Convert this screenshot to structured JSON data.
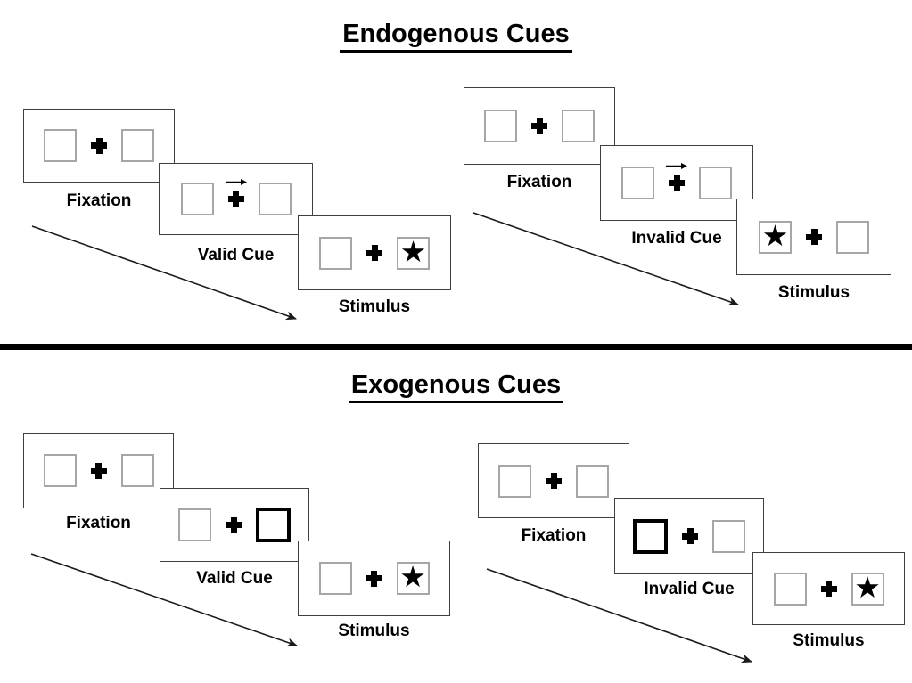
{
  "sections": [
    {
      "title": "Endogenous Cues",
      "sequences": [
        {
          "name": "valid-sequence",
          "panels": [
            {
              "label": "Fixation",
              "left": "empty",
              "right": "empty",
              "cue_arrow": false
            },
            {
              "label": "Valid Cue",
              "left": "empty",
              "right": "empty",
              "cue_arrow": true
            },
            {
              "label": "Stimulus",
              "left": "empty",
              "right": "star",
              "cue_arrow": false
            }
          ]
        },
        {
          "name": "invalid-sequence",
          "panels": [
            {
              "label": "Fixation",
              "left": "empty",
              "right": "empty",
              "cue_arrow": false
            },
            {
              "label": "Invalid Cue",
              "left": "empty",
              "right": "empty",
              "cue_arrow": true
            },
            {
              "label": "Stimulus",
              "left": "star",
              "right": "empty",
              "cue_arrow": false
            }
          ]
        }
      ]
    },
    {
      "title": "Exogenous Cues",
      "sequences": [
        {
          "name": "valid-sequence",
          "panels": [
            {
              "label": "Fixation",
              "left": "empty",
              "right": "empty",
              "cue_arrow": false
            },
            {
              "label": "Valid Cue",
              "left": "empty",
              "right": "cue",
              "cue_arrow": false
            },
            {
              "label": "Stimulus",
              "left": "empty",
              "right": "star",
              "cue_arrow": false
            }
          ]
        },
        {
          "name": "invalid-sequence",
          "panels": [
            {
              "label": "Fixation",
              "left": "empty",
              "right": "empty",
              "cue_arrow": false
            },
            {
              "label": "Invalid Cue",
              "left": "cue",
              "right": "empty",
              "cue_arrow": false
            },
            {
              "label": "Stimulus",
              "left": "empty",
              "right": "star",
              "cue_arrow": false
            }
          ]
        }
      ]
    }
  ],
  "glyphs": {
    "star": "★",
    "fixation_cross": "+",
    "cue_arrow_direction": "right"
  },
  "colors": {
    "background": "#ffffff",
    "ink": "#000000",
    "panel_border": "#3f3f3f",
    "square_border": "#a6a6a6"
  }
}
